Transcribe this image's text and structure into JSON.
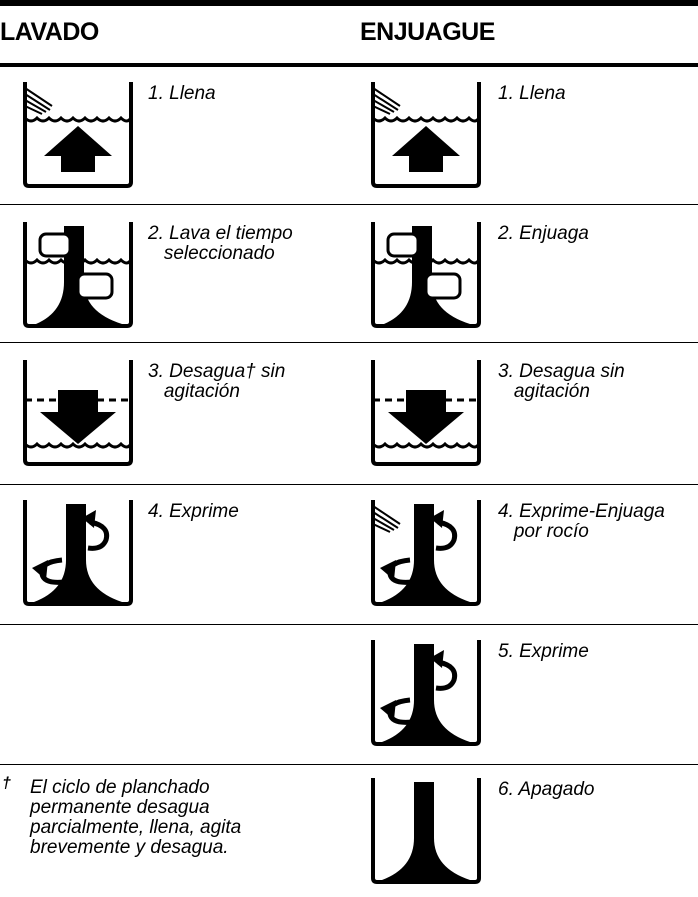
{
  "columns": {
    "wash": {
      "header": "LAVADO",
      "steps": [
        {
          "label": "1. Llena",
          "icon": "fill-icon"
        },
        {
          "label": "2. Lava el tiempo\n   seleccionado",
          "icon": "agitate-icon"
        },
        {
          "label": "3. Desagua† sin\n   agitación",
          "icon": "drain-icon"
        },
        {
          "label": "4. Exprime",
          "icon": "spin-icon"
        }
      ]
    },
    "rinse": {
      "header": "ENJUAGUE",
      "steps": [
        {
          "label": "1. Llena",
          "icon": "fill-icon"
        },
        {
          "label": "2. Enjuaga",
          "icon": "agitate-icon"
        },
        {
          "label": "3. Desagua sin\n   agitación",
          "icon": "drain-icon"
        },
        {
          "label": "4. Exprime-Enjuaga\n   por rocío",
          "icon": "spray-spin-icon"
        },
        {
          "label": "5. Exprime",
          "icon": "spin-icon"
        },
        {
          "label": "6. Apagado",
          "icon": "off-icon"
        }
      ]
    }
  },
  "footnote": {
    "mark": "†",
    "text": "El ciclo de planchado\npermanente desagua\nparcialmente, llena, agita\nbrevemente y desagua."
  }
}
